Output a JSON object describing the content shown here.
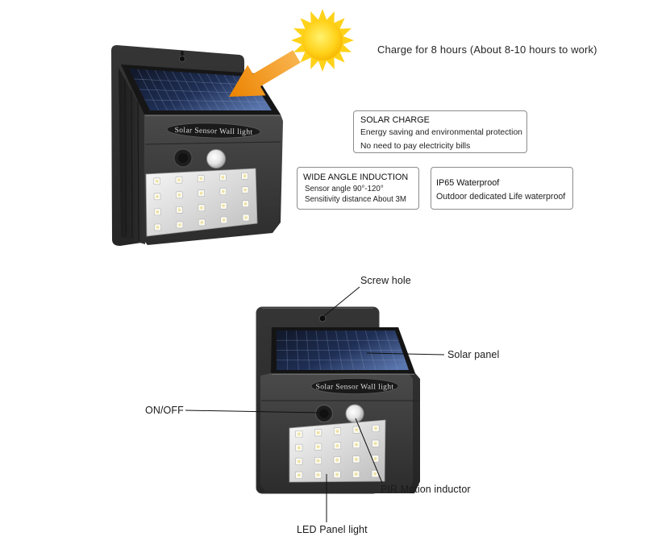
{
  "header": {
    "charge_text": "Charge for 8 hours (About 8-10 hours to work)"
  },
  "features": [
    {
      "title": "SOLAR CHARGE",
      "lines": [
        "Energy saving and environmental protection",
        "No need to pay electricity bills"
      ]
    },
    {
      "title": "WIDE ANGLE INDUCTION",
      "lines": [
        "Sensor angle 90°-120°",
        "Sensitivity distance About 3M"
      ]
    },
    {
      "title": "IP65 Waterproof",
      "lines": [
        "Outdoor dedicated Life waterproof"
      ]
    }
  ],
  "product": {
    "label": "Solar Sensor Wall light"
  },
  "callouts": {
    "screw_hole": "Screw hole",
    "solar_panel": "Solar panel",
    "on_off": "ON/OFF",
    "pir_sensor": "PIR Motion inductor",
    "led_panel": "LED Panel light"
  },
  "icons": {
    "sun": "sun-icon",
    "arrow": "arrow-icon"
  },
  "colors": {
    "sun": "#ffd21a",
    "arrow": "#f29116",
    "device_body": "#3a3a3a",
    "solar_cells": "#233560",
    "led_panel": "#e8e8e8",
    "box_border": "#8c8c8c",
    "text": "#222222"
  }
}
